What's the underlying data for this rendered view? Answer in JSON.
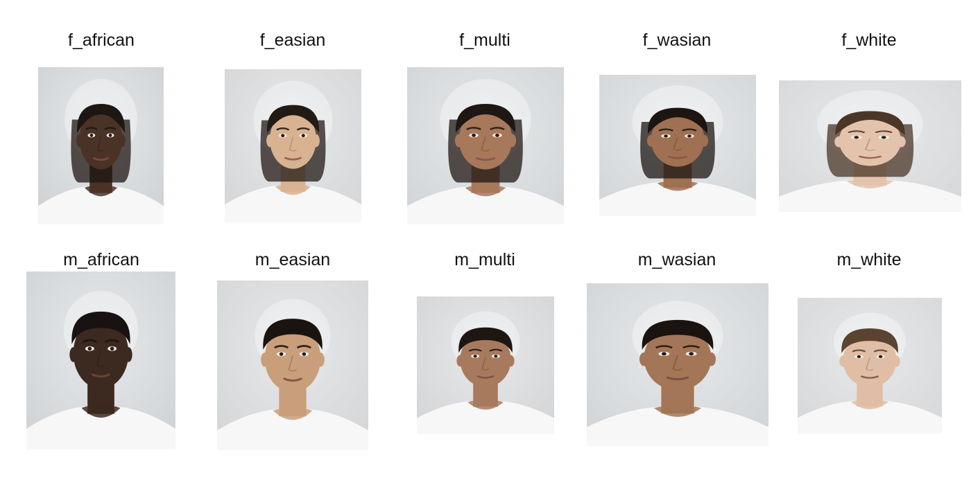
{
  "row_female": {
    "labels": [
      "f_african",
      "f_easian",
      "f_multi",
      "f_wasian",
      "f_white"
    ],
    "portraits": [
      {
        "name": "f-african-portrait",
        "skin": "#4a3226",
        "hair": "#1e1612",
        "light": "#cfd2d4"
      },
      {
        "name": "f-easian-portrait",
        "skin": "#d8b291",
        "hair": "#221a15",
        "light": "#d4d6d8"
      },
      {
        "name": "f-multi-portrait",
        "skin": "#a8785a",
        "hair": "#1f1713",
        "light": "#d2d5d7"
      },
      {
        "name": "f-wasian-portrait",
        "skin": "#a07052",
        "hair": "#1c1511",
        "light": "#d3d6d8"
      },
      {
        "name": "f-white-portrait",
        "skin": "#e4c3ad",
        "hair": "#4b3628",
        "light": "#d6d8da"
      }
    ]
  },
  "row_male": {
    "labels": [
      "m_african",
      "m_easian",
      "m_multi",
      "m_wasian",
      "m_white"
    ],
    "portraits": [
      {
        "name": "m-african-portrait",
        "skin": "#3c291f",
        "hair": "#181210",
        "light": "#d0d3d5"
      },
      {
        "name": "m-easian-portrait",
        "skin": "#c99e7a",
        "hair": "#1a1411",
        "light": "#d4d6d8"
      },
      {
        "name": "m-multi-portrait",
        "skin": "#a87a5d",
        "hair": "#1d1612",
        "light": "#d3d5d7"
      },
      {
        "name": "m-wasian-portrait",
        "skin": "#a27656",
        "hair": "#1a1411",
        "light": "#d2d5d7"
      },
      {
        "name": "m-white-portrait",
        "skin": "#e0bda5",
        "hair": "#5a4330",
        "light": "#d6d8da"
      }
    ]
  }
}
